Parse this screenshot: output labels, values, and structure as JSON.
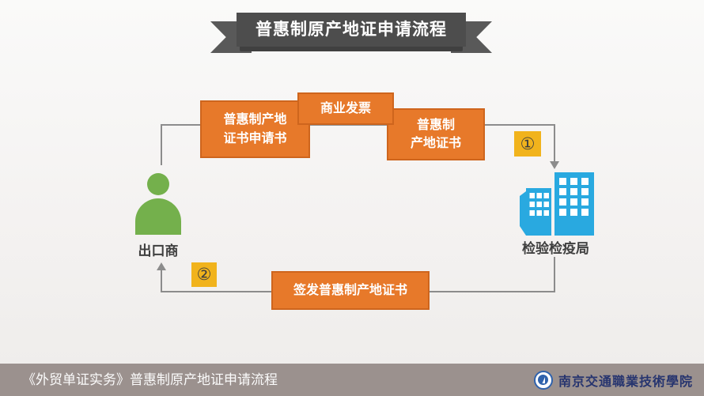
{
  "title_banner": {
    "text": "普惠制原产地证申请流程"
  },
  "flow": {
    "exporter_label": "出口商",
    "bureau_label": "检验检疫局",
    "doc_application": {
      "line1": "普惠制产地",
      "line2": "证书申请书"
    },
    "doc_invoice": {
      "line1": "商业发票"
    },
    "doc_certificate": {
      "line1": "普惠制",
      "line2": "产地证书"
    },
    "issue_box": {
      "line1": "签发普惠制产地证书"
    },
    "badge_step1": "①",
    "badge_step2": "②"
  },
  "footer": {
    "caption": "《外贸单证实务》普惠制原产地证申请流程",
    "school_name": "南京交通職業技術學院"
  },
  "colors": {
    "accent_orange": "#E7792A",
    "orange_border": "#CE651D",
    "badge_yellow": "#F1B31C",
    "exporter_green": "#74B04C",
    "bureau_blue": "#29A9E0",
    "ribbon_gray": "#4D4D4D",
    "footer_gray": "#9B918E",
    "connector_gray": "#8C8C8C"
  }
}
